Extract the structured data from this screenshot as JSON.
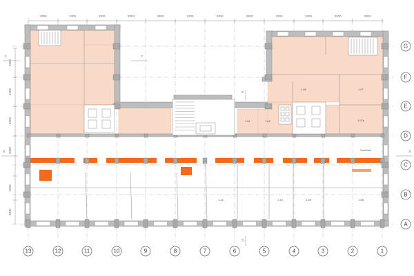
{
  "axes": {
    "vertical": [
      "13",
      "12",
      "11",
      "10",
      "9",
      "8",
      "7",
      "6",
      "5",
      "4",
      "3",
      "2",
      "1"
    ],
    "horizontal": [
      "G",
      "F",
      "E",
      "D",
      "C",
      "B",
      "A"
    ]
  },
  "dimensions": {
    "top": [
      "3300",
      "3300",
      "3300",
      "3300",
      "3300",
      "3300",
      "3300",
      "3300",
      "3300",
      "3300",
      "3300",
      "3300"
    ],
    "left": [
      "3300",
      "3300",
      "3300",
      "3300"
    ]
  },
  "section_marks": [
    "C",
    "C",
    "B",
    "B",
    "D",
    "D"
  ],
  "room_labels": [
    "1.01",
    "1.02",
    "1.06",
    "1.07",
    "1.07a",
    "1.10",
    "1.10",
    "1.08",
    "1.08",
    "Vestibule"
  ],
  "colors": {
    "wall": "#bdbdbd",
    "room_fill": "#f9d9c8",
    "highlight": "#f26a1b",
    "grid": "#b9b9b9"
  }
}
